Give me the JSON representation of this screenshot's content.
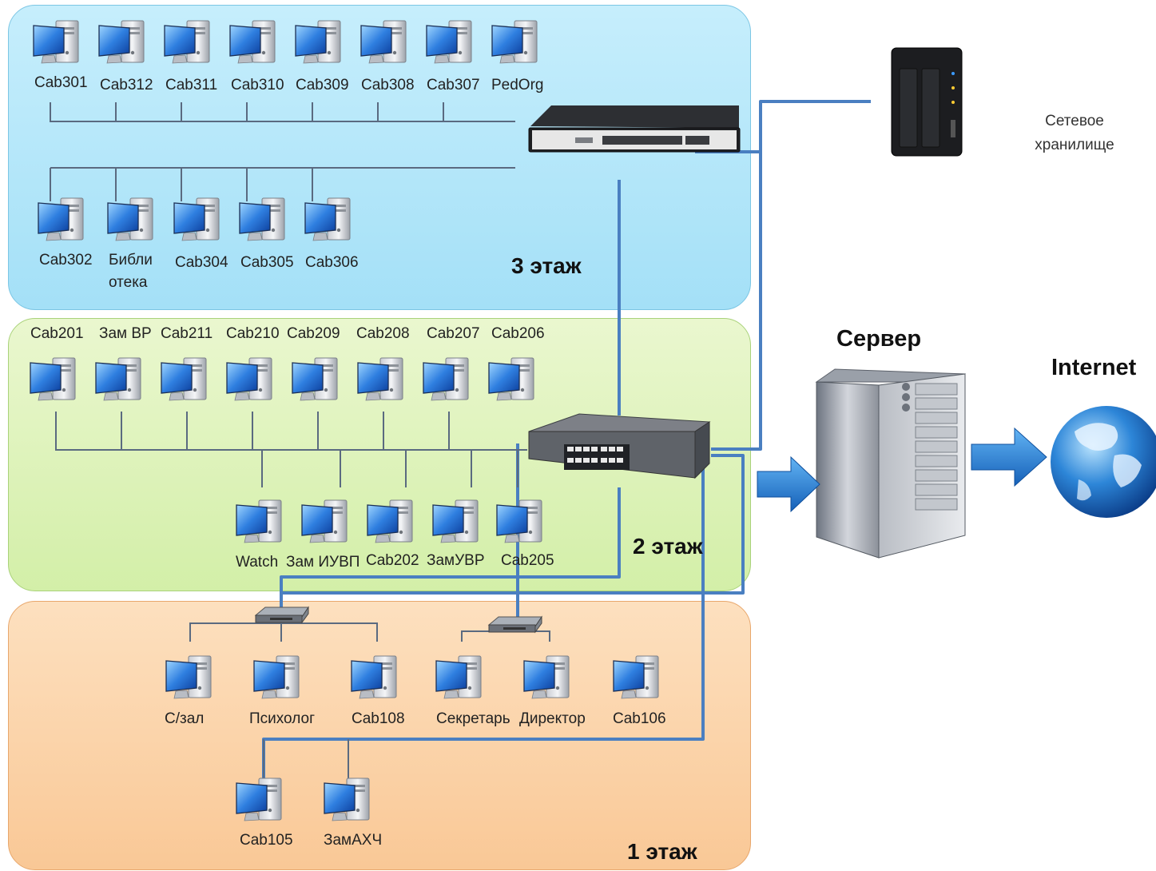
{
  "floors": {
    "floor3": {
      "label": "3 этаж",
      "row1": [
        "Cab301",
        "Cab312",
        "Cab311",
        "Cab310",
        "Cab309",
        "Cab308",
        "Cab307",
        "PedOrg"
      ],
      "row2_a": "Cab302",
      "row2_b_line1": "Библи",
      "row2_b_line2": "отека",
      "row2_c": "Cab304",
      "row2_d": "Cab305",
      "row2_e": "Cab306"
    },
    "floor2": {
      "label": "2 этаж",
      "row1": [
        "Cab201",
        "Зам ВР",
        "Cab211",
        "Cab210",
        "Cab209",
        "Cab208",
        "Cab207",
        "Cab206"
      ],
      "row2": [
        "Watch",
        "Зам ИУВП",
        "Cab202",
        "ЗамУВР",
        "Cab205"
      ]
    },
    "floor1": {
      "label": "1 этаж",
      "row1": [
        "С/зал",
        "Психолог",
        "Cab108",
        "Секретарь",
        "Директор",
        "Cab106"
      ],
      "row2": [
        "Cab105",
        "ЗамАХЧ"
      ]
    }
  },
  "nas": {
    "line1": "Сетевое",
    "line2": "хранилище"
  },
  "server": {
    "label": "Сервер"
  },
  "internet": {
    "label": "Internet"
  },
  "colors": {
    "cable": "#4a7fc1",
    "arrow": "#2c7fd0"
  }
}
